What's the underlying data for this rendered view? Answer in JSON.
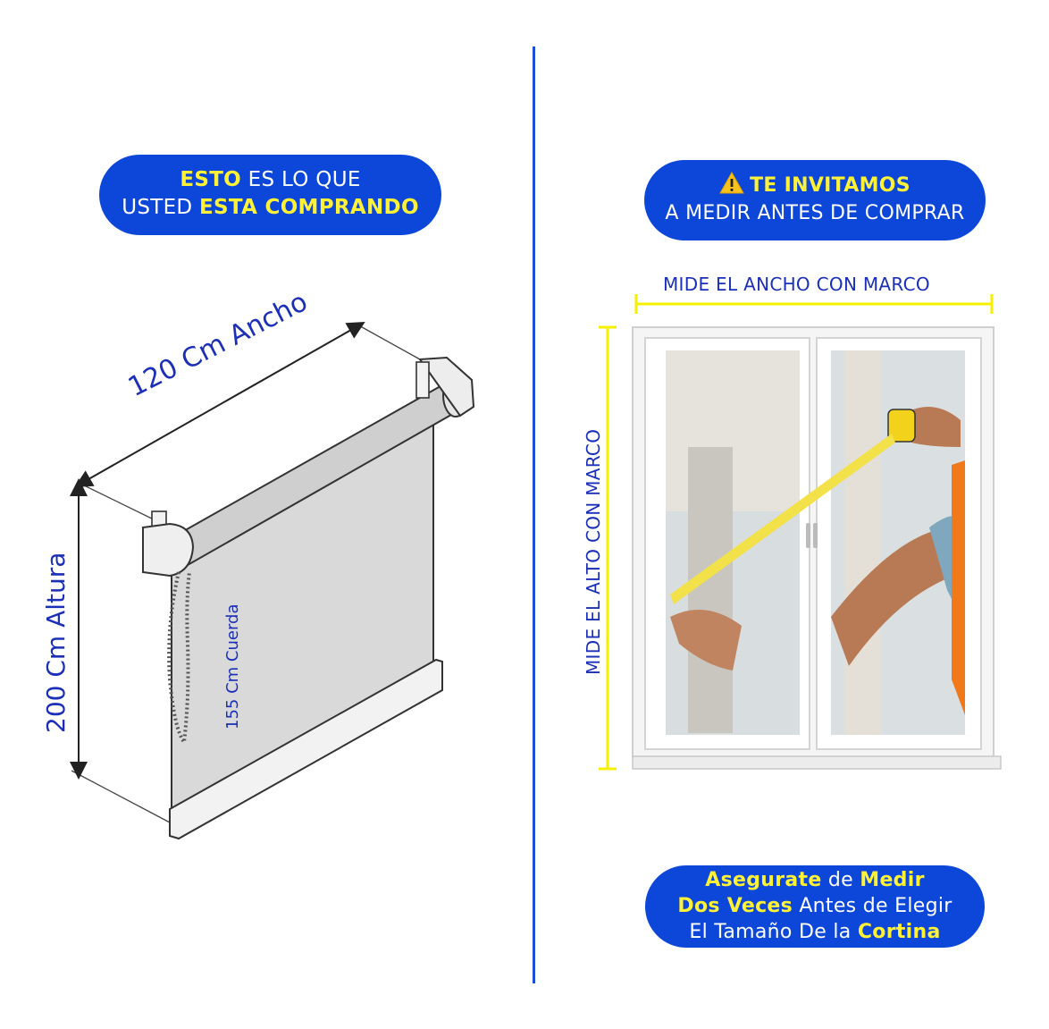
{
  "left_badge": {
    "line1_highlight": "ESTO",
    "line1_rest": " ES LO QUE",
    "line2_plain": "USTED ",
    "line2_highlight": "ESTA COMPRANDO"
  },
  "right_badge": {
    "icon": "warning-icon",
    "line1": "TE INVITAMOS",
    "line2": "A MEDIR ANTES DE COMPRAR"
  },
  "blind_dimensions": {
    "width_label": "120 Cm Ancho",
    "height_label": "200 Cm Altura",
    "cord_label": "155 Cm Cuerda"
  },
  "window_measure": {
    "width_label": "MIDE EL ANCHO CON MARCO",
    "height_label": "MIDE EL ALTO CON MARCO"
  },
  "bottom_badge": {
    "l1_a": "Asegurate",
    "l1_b": " de ",
    "l1_c": "Medir",
    "l2_a": "Dos Veces",
    "l2_b": " Antes de Elegir",
    "l3_a": "El Tamaño De la ",
    "l3_b": "Cortina"
  },
  "colors": {
    "brand_blue": "#0d47d9",
    "highlight_yellow": "#fff236",
    "label_blue": "#1b2fb8",
    "measure_yellow": "#f5f000"
  }
}
